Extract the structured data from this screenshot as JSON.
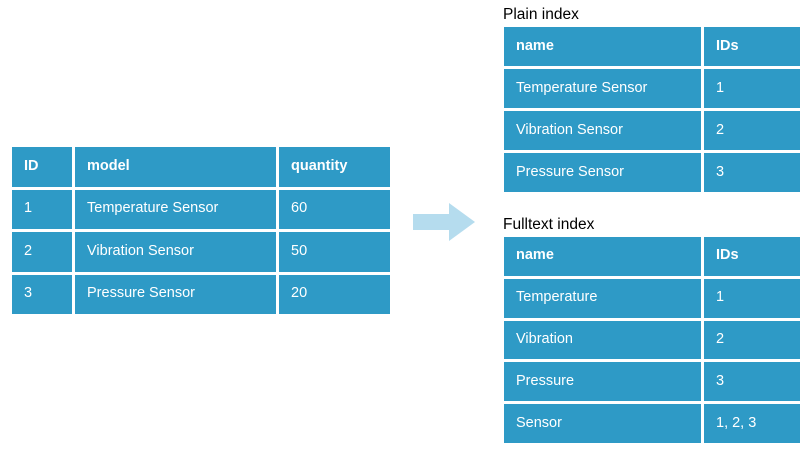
{
  "colors": {
    "table_fill": "#2e9ac6",
    "grid_line": "#ffffff",
    "cell_text": "#ffffff",
    "caption_text": "#000000",
    "arrow_fill": "#b5dcee",
    "page_background": "#ffffff"
  },
  "source_table": {
    "name": "source-table",
    "columns": [
      "ID",
      "model",
      "quantity"
    ],
    "rows": [
      {
        "id": "1",
        "model": "Temperature Sensor",
        "quantity": "60"
      },
      {
        "id": "2",
        "model": "Vibration Sensor",
        "quantity": "50"
      },
      {
        "id": "3",
        "model": "Pressure Sensor",
        "quantity": "20"
      }
    ]
  },
  "arrow": {
    "icon": "arrow-right-icon",
    "direction": "right"
  },
  "plain_index": {
    "caption": "Plain index",
    "columns": [
      "name",
      "IDs"
    ],
    "rows": [
      {
        "name": "Temperature Sensor",
        "ids": "1"
      },
      {
        "name": "Vibration Sensor",
        "ids": "2"
      },
      {
        "name": "Pressure Sensor",
        "ids": "3"
      }
    ]
  },
  "fulltext_index": {
    "caption": "Fulltext index",
    "columns": [
      "name",
      "IDs"
    ],
    "rows": [
      {
        "name": "Temperature",
        "ids": "1"
      },
      {
        "name": "Vibration",
        "ids": "2"
      },
      {
        "name": "Pressure",
        "ids": "3"
      },
      {
        "name": "Sensor",
        "ids": "1, 2, 3"
      }
    ]
  }
}
